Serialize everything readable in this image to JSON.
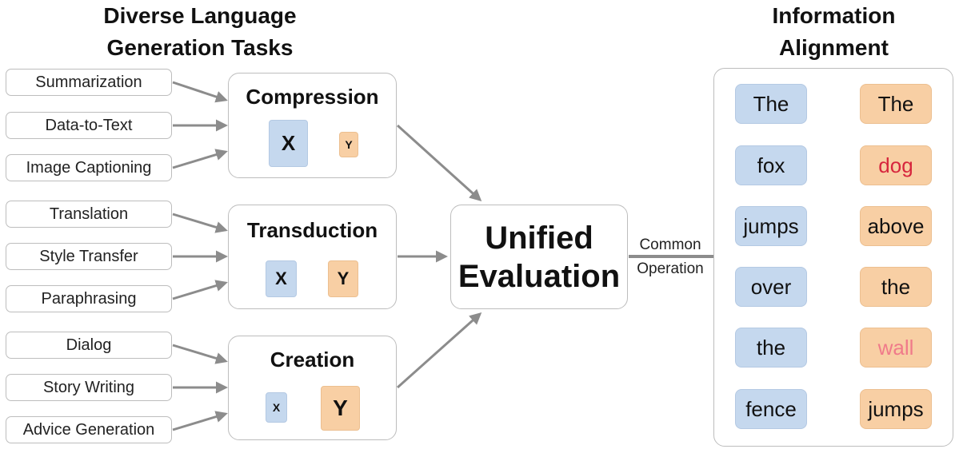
{
  "headings": {
    "left_line1": "Diverse Language",
    "left_line2": "Generation Tasks",
    "right_line1": "Information",
    "right_line2": "Alignment"
  },
  "tasks": [
    "Summarization",
    "Data-to-Text",
    "Image Captioning",
    "Translation",
    "Style Transfer",
    "Paraphrasing",
    "Dialog",
    "Story Writing",
    "Advice Generation"
  ],
  "categories": [
    {
      "title": "Compression",
      "x_label": "X",
      "y_label": "Y"
    },
    {
      "title": "Transduction",
      "x_label": "X",
      "y_label": "Y"
    },
    {
      "title": "Creation",
      "x_label": "X",
      "y_label": "Y"
    }
  ],
  "unified": {
    "line1": "Unified",
    "line2": "Evaluation"
  },
  "connector": {
    "line1": "Common",
    "line2": "Operation"
  },
  "alignment": {
    "left_words": [
      "The",
      "fox",
      "jumps",
      "over",
      "the",
      "fence"
    ],
    "right_words": [
      "The",
      "dog",
      "above",
      "the",
      "wall",
      "jumps"
    ]
  },
  "colors": {
    "input_chip": "#c5d8ee",
    "output_chip": "#f8cfa4",
    "arrow": "#8c8c8c",
    "alignment_line": "#b39ddb",
    "mismatch_text": "#d7263d",
    "unaligned_text": "#f07a8a"
  }
}
